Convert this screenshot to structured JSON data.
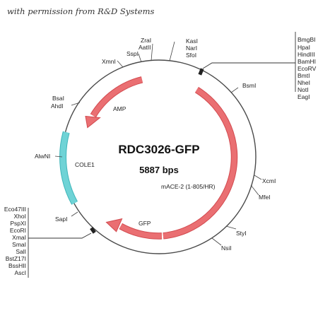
{
  "credit": "with permission from R&D Systems",
  "plasmid": {
    "name": "RDC3026-GFP",
    "size": "5887 bps"
  },
  "colors": {
    "backbone": "#4a4a4a",
    "gene_fill": "#ea6f72",
    "gene_stroke": "#d24a4f",
    "ori_fill": "#6fd3d6",
    "ori_stroke": "#3fb6ba",
    "site_box": "#222222"
  },
  "features": [
    {
      "name": "AMP",
      "kind": "gene"
    },
    {
      "name": "mACE-2 (1-805/HR)",
      "kind": "gene"
    },
    {
      "name": "GFP",
      "kind": "gene"
    },
    {
      "name": "COLE1",
      "kind": "origin"
    }
  ],
  "sites": [
    {
      "label": "ZraI"
    },
    {
      "label": "AatII"
    },
    {
      "label": "SspI"
    },
    {
      "label": "XmnI"
    },
    {
      "label": "KasI"
    },
    {
      "label": "NarI"
    },
    {
      "label": "SfoI"
    },
    {
      "label": "BsmI"
    },
    {
      "label": "BsaI"
    },
    {
      "label": "AhdI"
    },
    {
      "label": "AlwNI"
    },
    {
      "label": "SapI"
    },
    {
      "label": "XcmI"
    },
    {
      "label": "MfeI"
    },
    {
      "label": "StyI"
    },
    {
      "label": "NsiI"
    }
  ],
  "site_groups": {
    "upper_right": [
      "BmgBI",
      "HpaI",
      "HindIII",
      "BamHI",
      "EcoRV",
      "BmtI",
      "NheI",
      "NotI",
      "EagI"
    ],
    "lower_left": [
      "Eco47III",
      "XhoI",
      "PspXI",
      "EcoRI",
      "XmaI",
      "SmaI",
      "SalI",
      "BstZ17I",
      "BssHII",
      "AscI"
    ]
  }
}
